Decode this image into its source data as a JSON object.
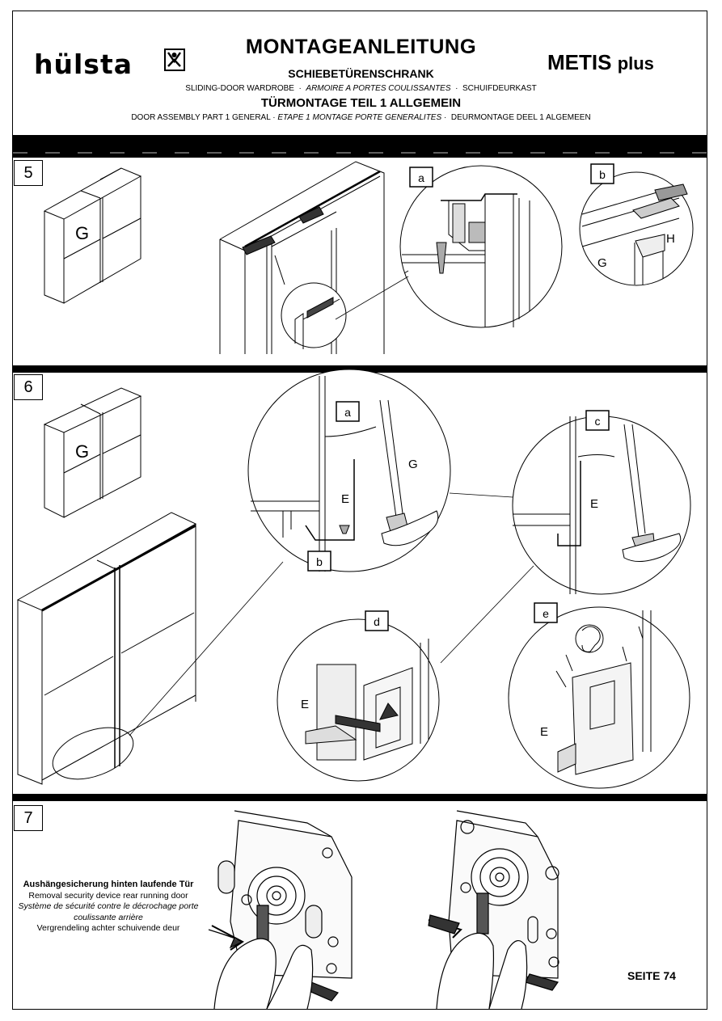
{
  "header": {
    "brand": "hülsta",
    "title": "MONTAGEANLEITUNG",
    "subtitle": "SCHIEBETÜRENSCHRANK",
    "subtitle_translations": {
      "en": "SLIDING-DOOR WARDROBE",
      "sep1": "·",
      "fr": "ARMOIRE A PORTES COULISSANTES",
      "sep2": "·",
      "nl": "SCHUIFDEURKAST"
    },
    "section": "TÜRMONTAGE TEIL 1 ALLGEMEIN",
    "section_translations": {
      "en": "DOOR ASSEMBLY PART 1 GENERAL",
      "sep1": "·",
      "fr": "ETAPE 1 MONTAGE PORTE GENERALITES",
      "sep2": "·",
      "nl": "DEURMONTAGE DEEL 1 ALGEMEEN"
    },
    "model": "METIS",
    "model_suffix": "plus"
  },
  "steps": [
    {
      "number": "5",
      "labels": {
        "part_g": "G",
        "part_h": "H",
        "detail_a": "a",
        "detail_b": "b"
      }
    },
    {
      "number": "6",
      "labels": {
        "part_g": "G",
        "part_e": "E",
        "detail_a": "a",
        "detail_b": "b",
        "detail_c": "c",
        "detail_d": "d",
        "detail_e": "e"
      }
    },
    {
      "number": "7"
    }
  ],
  "note": {
    "de": "Aushängesicherung hinten laufende Tür",
    "en": "Removal security device rear running door",
    "fr": "Système de sécurité contre le décrochage porte coulissante arrière",
    "nl": "Vergrendeling achter schuivende deur"
  },
  "footer": {
    "page": "SEITE 74"
  }
}
